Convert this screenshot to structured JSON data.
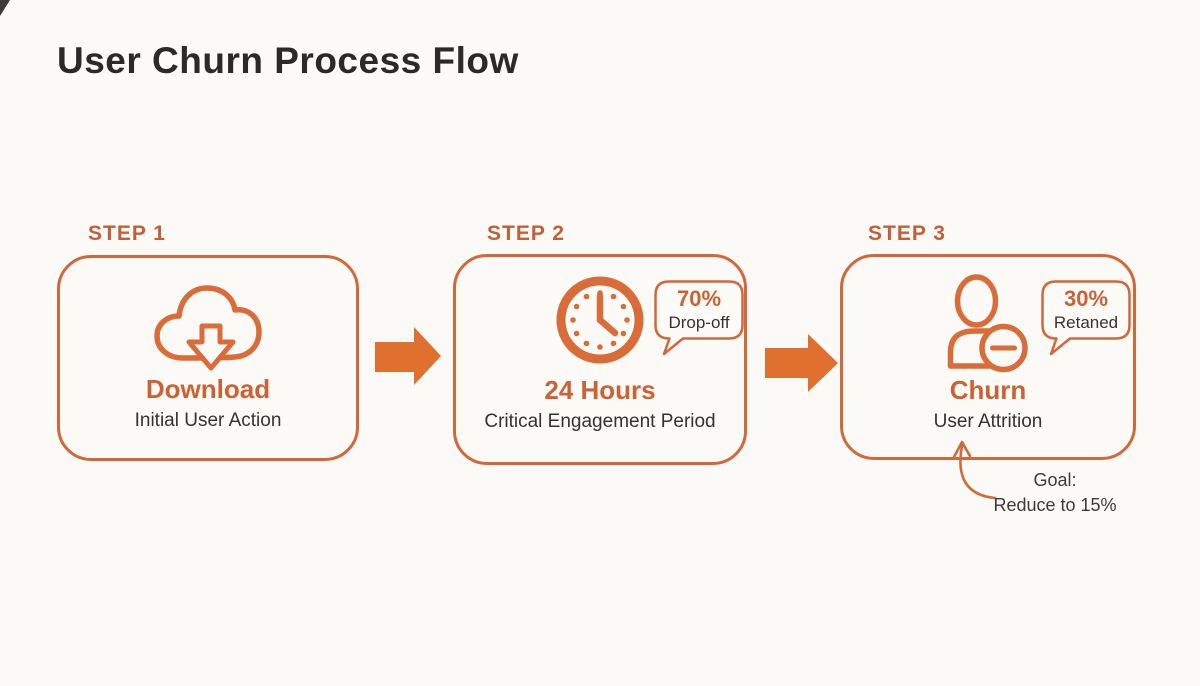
{
  "page": {
    "title": "User Churn Process Flow",
    "background": "#fbfaf6"
  },
  "colors": {
    "accent_border": "#d2683a",
    "accent_text": "#cd6134",
    "step_label": "#c35f38",
    "solid_arrow": "#e0702e",
    "title_text": "#2a2a28",
    "body_text": "#333331"
  },
  "steps": [
    {
      "label": "STEP 1",
      "icon": "cloud-download-icon",
      "title": "Download",
      "subtitle": "Initial User Action"
    },
    {
      "label": "STEP 2",
      "icon": "clock-icon",
      "title": "24 Hours",
      "subtitle": "Critical Engagement Period",
      "badge": {
        "value": "70%",
        "caption": "Drop-off"
      }
    },
    {
      "label": "STEP 3",
      "icon": "user-remove-icon",
      "title": "Churn",
      "subtitle": "User Attrition",
      "badge": {
        "value": "30%",
        "caption": "Retaned"
      }
    }
  ],
  "annotation": {
    "line1": "Goal:",
    "line2": "Reduce to 15%"
  }
}
